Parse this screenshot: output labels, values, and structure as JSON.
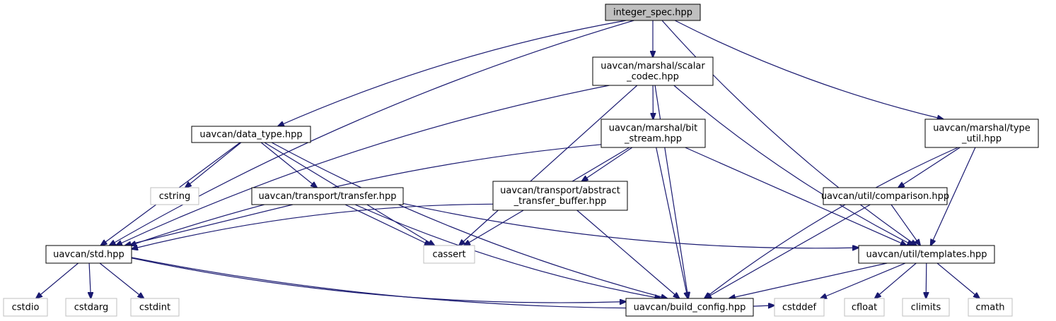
{
  "diagram": {
    "colors": {
      "edge": "#191970",
      "root_fill": "#bfbfbf",
      "node_border": "#000000",
      "external_border": "#bfbfbf",
      "node_fill": "#ffffff"
    },
    "nodes": [
      {
        "id": "integer_spec",
        "kind": "root",
        "lines": [
          "integer_spec.hpp"
        ]
      },
      {
        "id": "scalar_codec",
        "kind": "file",
        "lines": [
          "uavcan/marshal/scalar",
          "_codec.hpp"
        ]
      },
      {
        "id": "data_type",
        "kind": "file",
        "lines": [
          "uavcan/data_type.hpp"
        ]
      },
      {
        "id": "bit_stream",
        "kind": "file",
        "lines": [
          "uavcan/marshal/bit",
          "_stream.hpp"
        ]
      },
      {
        "id": "type_util",
        "kind": "file",
        "lines": [
          "uavcan/marshal/type",
          "_util.hpp"
        ]
      },
      {
        "id": "cstring",
        "kind": "external",
        "lines": [
          "cstring"
        ]
      },
      {
        "id": "transfer",
        "kind": "file",
        "lines": [
          "uavcan/transport/transfer.hpp"
        ]
      },
      {
        "id": "abstract_transfer_buffer",
        "kind": "file",
        "lines": [
          "uavcan/transport/abstract",
          "_transfer_buffer.hpp"
        ]
      },
      {
        "id": "comparison",
        "kind": "file",
        "lines": [
          "uavcan/util/comparison.hpp"
        ]
      },
      {
        "id": "std",
        "kind": "file",
        "lines": [
          "uavcan/std.hpp"
        ]
      },
      {
        "id": "cassert",
        "kind": "external",
        "lines": [
          "cassert"
        ]
      },
      {
        "id": "templates",
        "kind": "file",
        "lines": [
          "uavcan/util/templates.hpp"
        ]
      },
      {
        "id": "cstdio",
        "kind": "external",
        "lines": [
          "cstdio"
        ]
      },
      {
        "id": "cstdarg",
        "kind": "external",
        "lines": [
          "cstdarg"
        ]
      },
      {
        "id": "cstdint",
        "kind": "external",
        "lines": [
          "cstdint"
        ]
      },
      {
        "id": "build_config",
        "kind": "file",
        "lines": [
          "uavcan/build_config.hpp"
        ]
      },
      {
        "id": "cstddef",
        "kind": "external",
        "lines": [
          "cstddef"
        ]
      },
      {
        "id": "cfloat",
        "kind": "external",
        "lines": [
          "cfloat"
        ]
      },
      {
        "id": "climits",
        "kind": "external",
        "lines": [
          "climits"
        ]
      },
      {
        "id": "cmath",
        "kind": "external",
        "lines": [
          "cmath"
        ]
      }
    ],
    "edges": [
      [
        "integer_spec",
        "scalar_codec"
      ],
      [
        "integer_spec",
        "data_type"
      ],
      [
        "integer_spec",
        "std"
      ],
      [
        "integer_spec",
        "type_util"
      ],
      [
        "integer_spec",
        "templates"
      ],
      [
        "scalar_codec",
        "bit_stream"
      ],
      [
        "scalar_codec",
        "std"
      ],
      [
        "scalar_codec",
        "cassert"
      ],
      [
        "scalar_codec",
        "build_config"
      ],
      [
        "scalar_codec",
        "templates"
      ],
      [
        "data_type",
        "std"
      ],
      [
        "data_type",
        "cstring"
      ],
      [
        "data_type",
        "transfer"
      ],
      [
        "data_type",
        "cassert"
      ],
      [
        "data_type",
        "build_config"
      ],
      [
        "bit_stream",
        "abstract_transfer_buffer"
      ],
      [
        "bit_stream",
        "std"
      ],
      [
        "bit_stream",
        "cassert"
      ],
      [
        "bit_stream",
        "build_config"
      ],
      [
        "bit_stream",
        "templates"
      ],
      [
        "type_util",
        "comparison"
      ],
      [
        "type_util",
        "templates"
      ],
      [
        "type_util",
        "build_config"
      ],
      [
        "transfer",
        "std"
      ],
      [
        "transfer",
        "cassert"
      ],
      [
        "transfer",
        "build_config"
      ],
      [
        "transfer",
        "templates"
      ],
      [
        "abstract_transfer_buffer",
        "std"
      ],
      [
        "abstract_transfer_buffer",
        "build_config"
      ],
      [
        "comparison",
        "templates"
      ],
      [
        "comparison",
        "build_config"
      ],
      [
        "std",
        "cstdio"
      ],
      [
        "std",
        "cstdarg"
      ],
      [
        "std",
        "cstdint"
      ],
      [
        "std",
        "build_config"
      ],
      [
        "std",
        "cstddef"
      ],
      [
        "templates",
        "build_config"
      ],
      [
        "templates",
        "cstddef"
      ],
      [
        "templates",
        "cfloat"
      ],
      [
        "templates",
        "climits"
      ],
      [
        "templates",
        "cmath"
      ]
    ]
  }
}
